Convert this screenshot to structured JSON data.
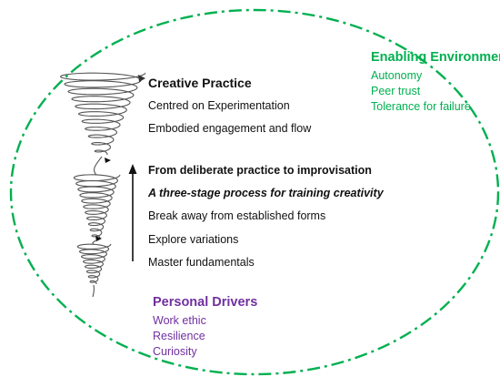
{
  "creative_practice": {
    "title": "Creative Practice",
    "items": [
      "Centred on Experimentation",
      "Embodied engagement and flow"
    ]
  },
  "process": {
    "title": "From deliberate practice to improvisation",
    "subtitle": "A three-stage process for training creativity",
    "stages": [
      "Break away from established forms",
      "Explore variations",
      "Master fundamentals"
    ]
  },
  "enabling_environment": {
    "title": "Enabling Environment",
    "items": [
      "Autonomy",
      "Peer trust",
      "Tolerance for failure"
    ]
  },
  "personal_drivers": {
    "title": "Personal Drivers",
    "items": [
      "Work ethic",
      "Resilience",
      "Curiosity"
    ]
  },
  "colors": {
    "environment": "#00b050",
    "drivers": "#7030a0",
    "text": "#111111",
    "spiral": "#555555"
  },
  "icons": {
    "spiral": "spiral-vortex-icon",
    "arrow": "upward-arrow-icon"
  }
}
